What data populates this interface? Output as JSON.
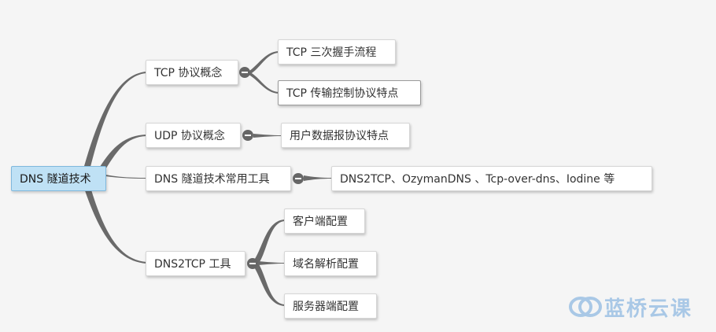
{
  "mindmap": {
    "root": "DNS 隧道技术",
    "branches": [
      {
        "label": "TCP 协议概念",
        "children": [
          "TCP 三次握手流程",
          "TCP 传输控制协议特点"
        ]
      },
      {
        "label": "UDP 协议概念",
        "children": [
          "用户数据报协议特点"
        ]
      },
      {
        "label": "DNS 隧道技术常用工具",
        "children": [
          "DNS2TCP、OzymanDNS 、Tcp-over-dns、Iodine 等"
        ]
      },
      {
        "label": "DNS2TCP 工具",
        "children": [
          "客户端配置",
          "域名解析配置",
          "服务器端配置"
        ]
      }
    ]
  },
  "logo": {
    "text": "蓝桥云课"
  },
  "colors": {
    "background": "#f5f5f5",
    "root_fill": "#bfe1f5",
    "line": "#6a6a6a",
    "logo": "#a9c8e6"
  }
}
